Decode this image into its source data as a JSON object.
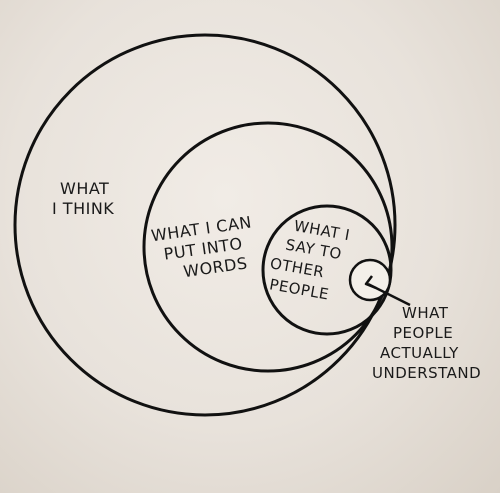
{
  "diagram": {
    "labels": {
      "think_line1": "WHAT",
      "think_line2": "I THINK",
      "words_line1": "WHAT I CAN",
      "words_line2": "PUT INTO",
      "words_line3": "WORDS",
      "say_line1": "WHAT I",
      "say_line2": "SAY TO",
      "say_line3": "OTHER",
      "say_line4": "PEOPLE",
      "understand_line1": "WHAT",
      "understand_line2": "PEOPLE",
      "understand_line3": "ACTUALLY",
      "understand_line4": "UNDERSTAND"
    },
    "colors": {
      "ink": "#111111",
      "paper": "#e9e3dc",
      "small_circle_fill": "#f3efe9"
    }
  }
}
